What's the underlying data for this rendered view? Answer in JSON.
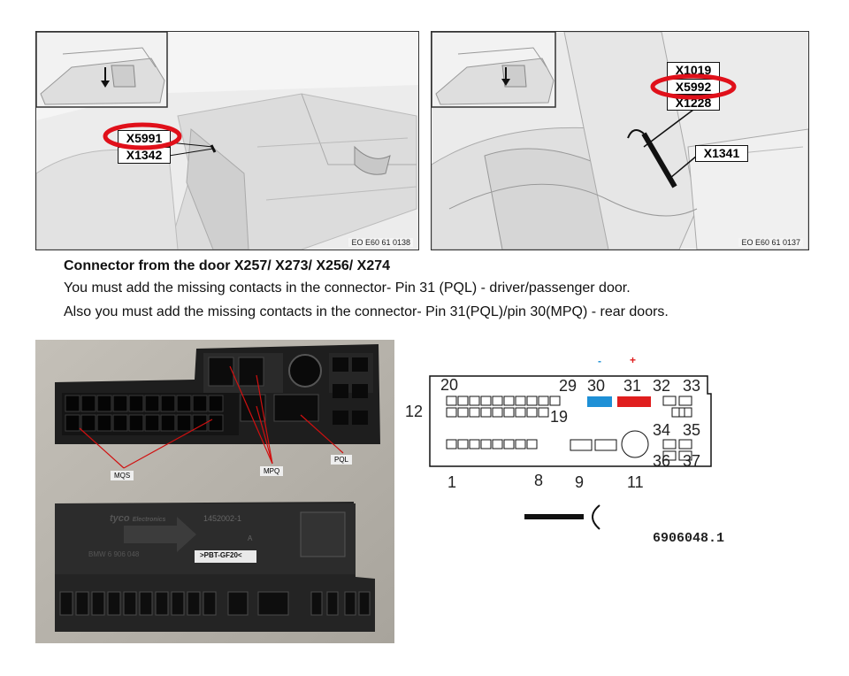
{
  "left_panel": {
    "labels": [
      "X5991",
      "X1342"
    ],
    "highlighted": "X5991",
    "ref_code": "EO E60 61 0138"
  },
  "right_panel": {
    "labels": [
      "X1019",
      "X5992",
      "X1228",
      "X1341"
    ],
    "highlighted": "X5992",
    "ref_code": "EO E60 61 0137"
  },
  "text": {
    "title": "Connector from the door X257/ X273/ X256/ X274",
    "line1": "You must add the missing contacts in the connector- Pin 31 (PQL) - driver/passenger door.",
    "line2": "Also you must add the missing contacts in the connector- Pin 31(PQL)/pin 30(MPQ) - rear doors."
  },
  "photo": {
    "labels": {
      "mqs": "MQS",
      "mpq": "MPQ",
      "pql": "PQL"
    },
    "housing_text": {
      "brand": "tyco",
      "brand_sub": "Electronics",
      "part": "1452002-1",
      "bmw": "BMW 6 906 048",
      "material": ">PBT-GF20<",
      "a_mark": "A"
    }
  },
  "pinout": {
    "sign_minus": "-",
    "sign_plus": "+",
    "pins": {
      "p1": "1",
      "p8": "8",
      "p9": "9",
      "p11": "11",
      "p12": "12",
      "p19": "19",
      "p20": "20",
      "p29": "29",
      "p30": "30",
      "p31": "31",
      "p32": "32",
      "p33": "33",
      "p34": "34",
      "p35": "35",
      "p36": "36",
      "p37": "37"
    },
    "part_number": "6906048.1",
    "colors": {
      "pin30": "#1e90d6",
      "pin31": "#e01e1e",
      "minus": "#1e90d6",
      "plus": "#e01e1e"
    }
  },
  "colors": {
    "highlight_ring": "#e0101a",
    "photo_label": "#222222",
    "red_line": "#d01010"
  }
}
